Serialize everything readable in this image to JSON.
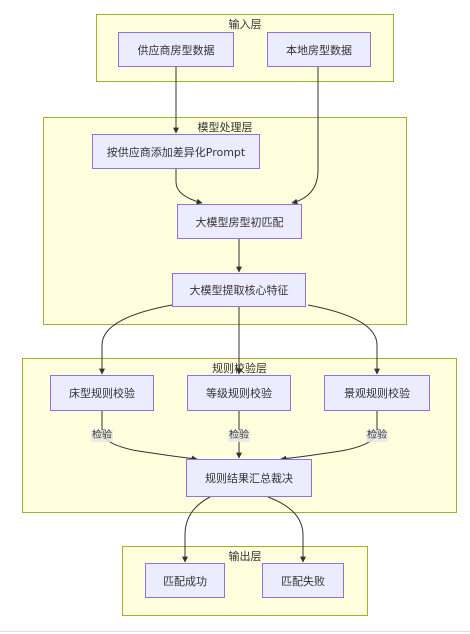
{
  "layers": {
    "input": "输入层",
    "model": "模型处理层",
    "rules": "规则校验层",
    "output": "输出层"
  },
  "nodes": {
    "supplier_data": "供应商房型数据",
    "local_data": "本地房型数据",
    "prompt": "按供应商添加差异化Prompt",
    "initial_match": "大模型房型初匹配",
    "extract": "大模型提取核心特征",
    "bed_check": "床型规则校验",
    "grade_check": "等级规则校验",
    "view_check": "景观规则校验",
    "aggregate": "规则结果汇总裁决",
    "success": "匹配成功",
    "fail": "匹配失败"
  },
  "edge_labels": {
    "bed": "检验",
    "grade": "检验",
    "view": "检验"
  },
  "colors": {
    "node_fill": "#ececff",
    "node_border": "#9370db",
    "layer_fill": "#ffffde",
    "layer_border": "#aaaa33",
    "edge": "#333333"
  }
}
